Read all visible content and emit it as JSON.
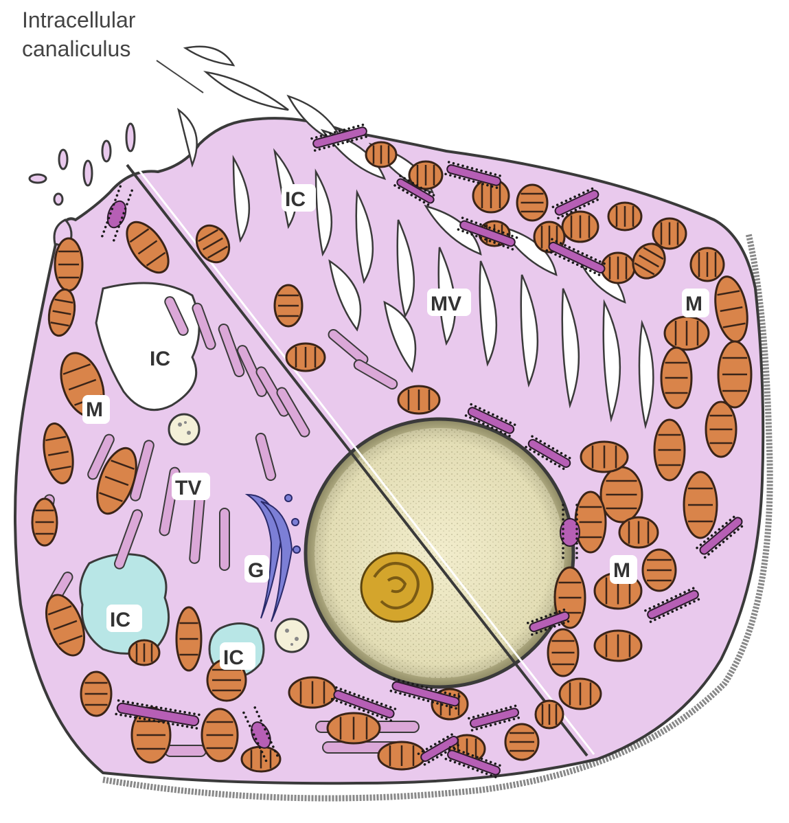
{
  "caption": {
    "line1": "Intracellular",
    "line2": "canaliculus"
  },
  "labels": {
    "ic_top": "IC",
    "mv": "MV",
    "m_right_top": "M",
    "ic_left": "IC",
    "m_left": "M",
    "tv": "TV",
    "g": "G",
    "m_right_bottom": "M",
    "ic_bottom_left": "IC",
    "ic_bottom_right": "IC"
  },
  "colors": {
    "cytoplasm": "#e8c8ec",
    "cell_outline": "#3a3a3a",
    "mitochondria_fill": "#d9844a",
    "mitochondria_stroke": "#3a2418",
    "rough_er_fill": "#b65fb5",
    "tubulovesicle_fill": "#dba8d8",
    "golgi_fill": "#7c7fd6",
    "canaliculus_lumen": "#ffffff",
    "canaliculus_blue": "#b8e6e6",
    "nucleus_fill": "#ebe6c3",
    "nucleolus_fill": "#d4a52c",
    "label_background": "#ffffff"
  }
}
